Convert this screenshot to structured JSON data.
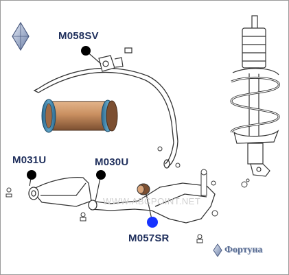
{
  "labels": {
    "m058sv": "M058SV",
    "m031u": "M031U",
    "m030u": "M030U",
    "m057sr": "M057SR"
  },
  "watermark": "WWW.ABCPOINT.NET",
  "brand": {
    "name": "Фортуна"
  },
  "colors": {
    "label": "#1f2f5c",
    "marker_black": "#000000",
    "marker_blue": "#1733ff",
    "bushing": "#c08a5e",
    "bushing_ring": "#3f7fa3",
    "line": "#333333"
  },
  "icons": {
    "logo": "diamond-logo-icon",
    "brand": "brand-diamond-icon"
  }
}
